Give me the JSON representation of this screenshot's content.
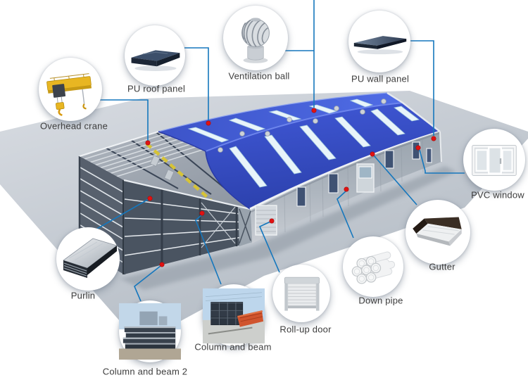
{
  "figure": {
    "kind": "annotated product diagram",
    "colors": {
      "leader_line": "#1577bd",
      "marker_dot": "#e01212",
      "roof_near_blue": "#3b54d0",
      "roof_far_blue": "#4f6ce4",
      "skylight": "#e8f4fa",
      "wall_gray": "#a8b1bb",
      "steel_frame": "#57606d",
      "crane_beam_yellow": "#d8c636",
      "ground_gray": "#c6ccd4",
      "label_text": "#3d3d3d",
      "background": "#ffffff"
    }
  },
  "callouts": [
    {
      "id": "overhead-crane",
      "label": "Overhead crane"
    },
    {
      "id": "pu-roof-panel",
      "label": "PU roof panel"
    },
    {
      "id": "ventilation-ball",
      "label": "Ventilation ball"
    },
    {
      "id": "pu-wall-panel",
      "label": "PU wall panel"
    },
    {
      "id": "pvc-window",
      "label": "PVC window"
    },
    {
      "id": "gutter",
      "label": "Gutter"
    },
    {
      "id": "down-pipe",
      "label": "Down pipe"
    },
    {
      "id": "roll-up-door",
      "label": "Roll-up door"
    },
    {
      "id": "column-and-beam",
      "label": "Column and beam"
    },
    {
      "id": "column-and-beam-2",
      "label": "Column and beam 2"
    },
    {
      "id": "purlin",
      "label": "Purlin"
    }
  ]
}
